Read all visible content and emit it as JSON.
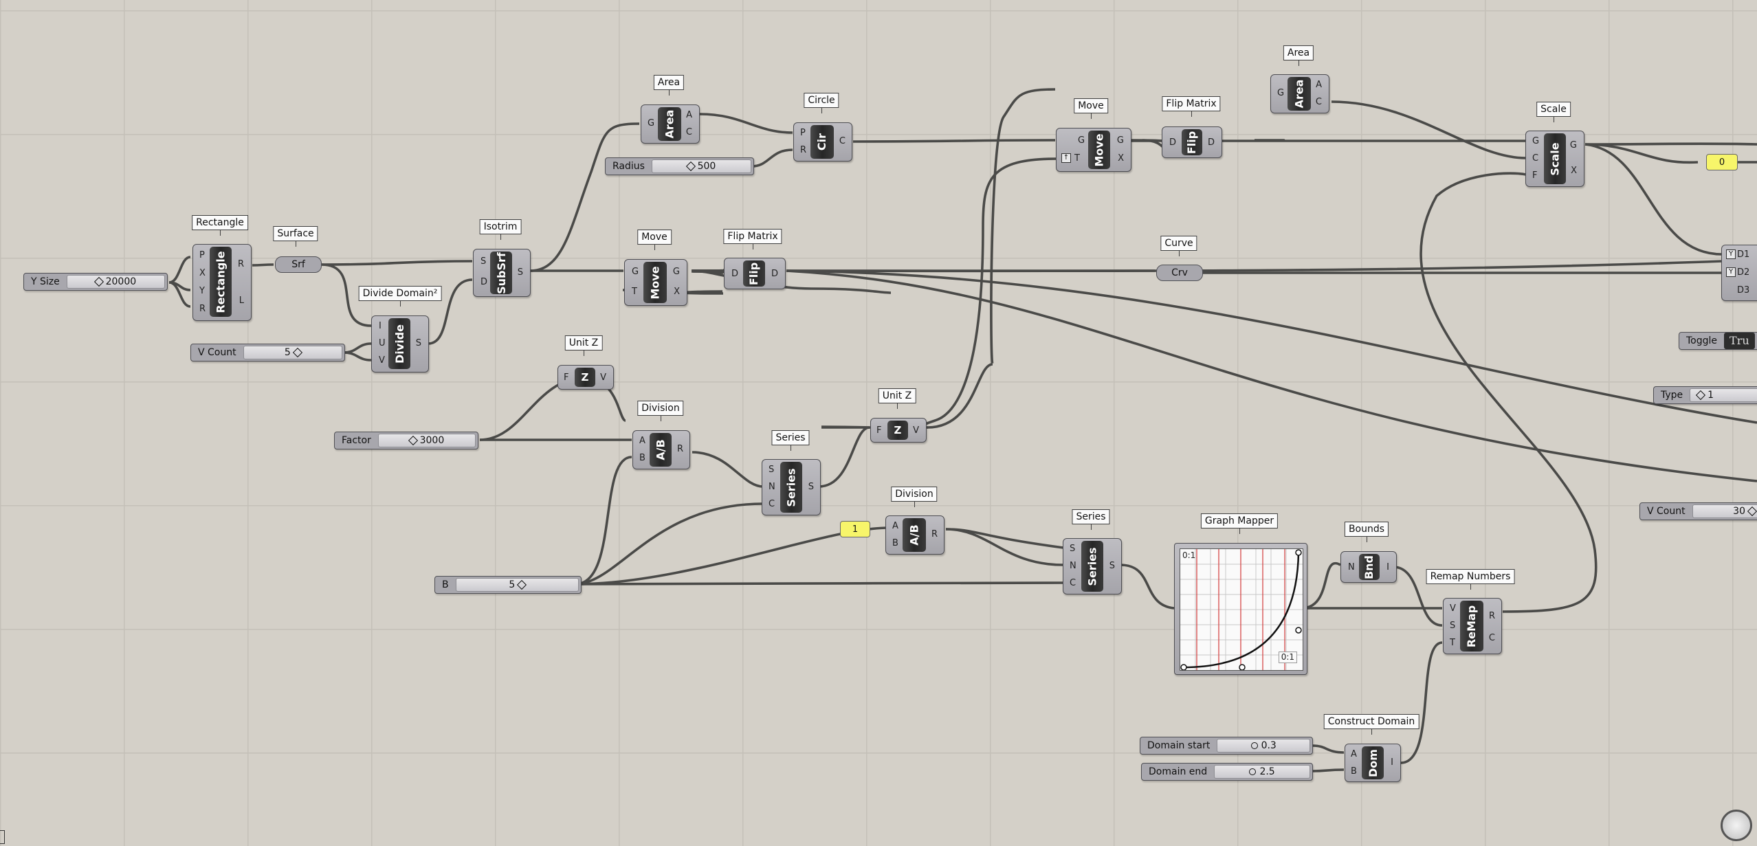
{
  "canvas": {
    "background": "#d4d0c8",
    "wire_color": "#4a4a48"
  },
  "components": {
    "rectangle": {
      "label": "Rectangle",
      "nick": "Rectangle",
      "inputs": [
        "P",
        "X",
        "Y",
        "R"
      ],
      "outputs": [
        "R",
        "L"
      ]
    },
    "surface": {
      "label": "Surface",
      "nick": "Srf"
    },
    "divide_domain": {
      "label": "Divide Domain²",
      "nick": "Divide",
      "inputs": [
        "I",
        "U",
        "V"
      ],
      "outputs": [
        "S"
      ]
    },
    "isotrim": {
      "label": "Isotrim",
      "nick": "SubSrf",
      "inputs": [
        "S",
        "D"
      ],
      "outputs": [
        "S"
      ]
    },
    "area1": {
      "label": "Area",
      "nick": "Area",
      "inputs": [
        "G"
      ],
      "outputs": [
        "A",
        "C"
      ]
    },
    "circle": {
      "label": "Circle",
      "nick": "Cir",
      "inputs": [
        "P",
        "R"
      ],
      "outputs": [
        "C"
      ]
    },
    "move1": {
      "label": "Move",
      "nick": "Move",
      "inputs": [
        "G",
        "T"
      ],
      "outputs": [
        "G",
        "X"
      ]
    },
    "flip1": {
      "label": "Flip Matrix",
      "nick": "Flip",
      "inputs": [
        "D"
      ],
      "outputs": [
        "D"
      ]
    },
    "unitz1": {
      "label": "Unit Z",
      "nick": "Z",
      "inputs": [
        "F"
      ],
      "outputs": [
        "V"
      ]
    },
    "division1": {
      "label": "Division",
      "nick": "A/B",
      "inputs": [
        "A",
        "B"
      ],
      "outputs": [
        "R"
      ]
    },
    "series1": {
      "label": "Series",
      "nick": "Series",
      "inputs": [
        "S",
        "N",
        "C"
      ],
      "outputs": [
        "S"
      ]
    },
    "unitz2": {
      "label": "Unit Z",
      "nick": "Z",
      "inputs": [
        "F"
      ],
      "outputs": [
        "V"
      ]
    },
    "division2": {
      "label": "Division",
      "nick": "A/B",
      "inputs": [
        "A",
        "B"
      ],
      "outputs": [
        "R"
      ]
    },
    "series2": {
      "label": "Series",
      "nick": "Series",
      "inputs": [
        "S",
        "N",
        "C"
      ],
      "outputs": [
        "S"
      ]
    },
    "move2": {
      "label": "Move",
      "nick": "Move",
      "inputs": [
        "G",
        "T"
      ],
      "outputs": [
        "G",
        "X"
      ]
    },
    "flip2": {
      "label": "Flip Matrix",
      "nick": "Flip",
      "inputs": [
        "D"
      ],
      "outputs": [
        "D"
      ]
    },
    "area2": {
      "label": "Area",
      "nick": "Area",
      "inputs": [
        "G"
      ],
      "outputs": [
        "A",
        "C"
      ]
    },
    "scale": {
      "label": "Scale",
      "nick": "Scale",
      "inputs": [
        "G",
        "C",
        "F"
      ],
      "outputs": [
        "G",
        "X"
      ]
    },
    "curve": {
      "label": "Curve",
      "nick": "Crv"
    },
    "graph_mapper": {
      "label": "Graph Mapper",
      "corner_top": "0:1",
      "corner_bottom": "0:1"
    },
    "bounds": {
      "label": "Bounds",
      "nick": "Bnd",
      "inputs": [
        "N"
      ],
      "outputs": [
        "I"
      ]
    },
    "remap": {
      "label": "Remap Numbers",
      "nick": "ReMap",
      "inputs": [
        "V",
        "S",
        "T"
      ],
      "outputs": [
        "R",
        "C"
      ]
    },
    "construct_domain": {
      "label": "Construct Domain",
      "nick": "Dom",
      "inputs": [
        "A",
        "B"
      ],
      "outputs": [
        "I"
      ]
    },
    "dispatch": {
      "inputs": [
        "D1",
        "D2",
        "D3"
      ]
    }
  },
  "sliders": {
    "y_size": {
      "label": "Y Size",
      "value": "20000"
    },
    "v_count": {
      "label": "V Count",
      "value": "5"
    },
    "radius": {
      "label": "Radius",
      "value": "500"
    },
    "factor": {
      "label": "Factor",
      "value": "3000"
    },
    "b": {
      "label": "B",
      "value": "5"
    },
    "domain_start": {
      "label": "Domain start",
      "value": "0.3"
    },
    "domain_end": {
      "label": "Domain end",
      "value": "2.5"
    },
    "type": {
      "label": "Type",
      "value": "1"
    },
    "v_count2": {
      "label": "V Count",
      "value": "30"
    }
  },
  "panels": {
    "panel_one": "1",
    "panel_zero": "0"
  },
  "toggle": {
    "label": "Toggle",
    "value": "Tru"
  }
}
